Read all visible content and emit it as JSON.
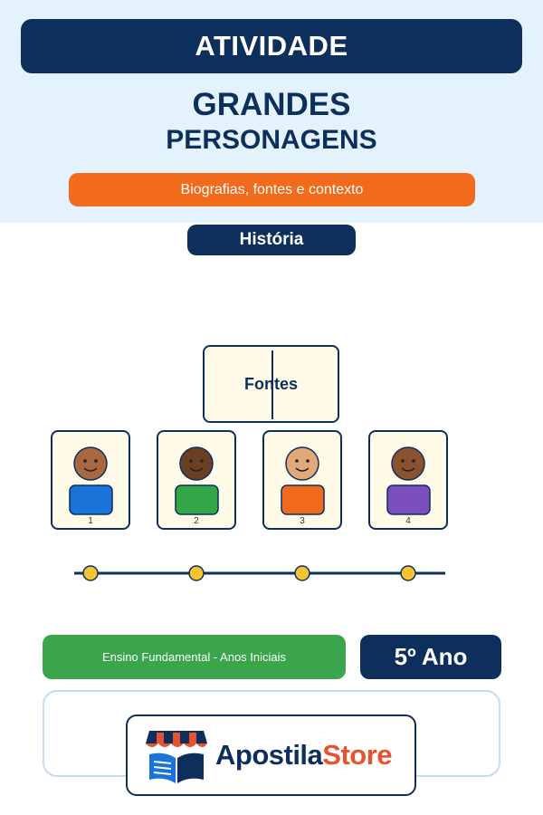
{
  "header": {
    "banner": "ATIVIDADE",
    "title_line1": "GRANDES",
    "title_line2": "PERSONAGENS",
    "subtitle": "Biografias, fontes e contexto",
    "subject": "História"
  },
  "illustration": {
    "book_label": "Fontes",
    "characters": [
      {
        "number": "1",
        "shirt_color": "#1a73d9",
        "skin_color": "#a8673e"
      },
      {
        "number": "2",
        "shirt_color": "#33a546",
        "skin_color": "#6b3f22"
      },
      {
        "number": "3",
        "shirt_color": "#f26a1b",
        "skin_color": "#e3a877"
      },
      {
        "number": "4",
        "shirt_color": "#7b4fbd",
        "skin_color": "#8a522e"
      }
    ],
    "timeline_points": 4
  },
  "footer": {
    "level": "Ensino Fundamental - Anos Iniciais",
    "grade": "5º Ano",
    "logo_part1": "Apostila",
    "logo_part2": "Store",
    "logo_icon": "store-book-icon"
  },
  "colors": {
    "navy": "#0d2f5c",
    "orange": "#f26a1b",
    "green": "#3aa54a",
    "light_blue": "#e3f2fc",
    "timeline_dot": "#f5c430"
  }
}
